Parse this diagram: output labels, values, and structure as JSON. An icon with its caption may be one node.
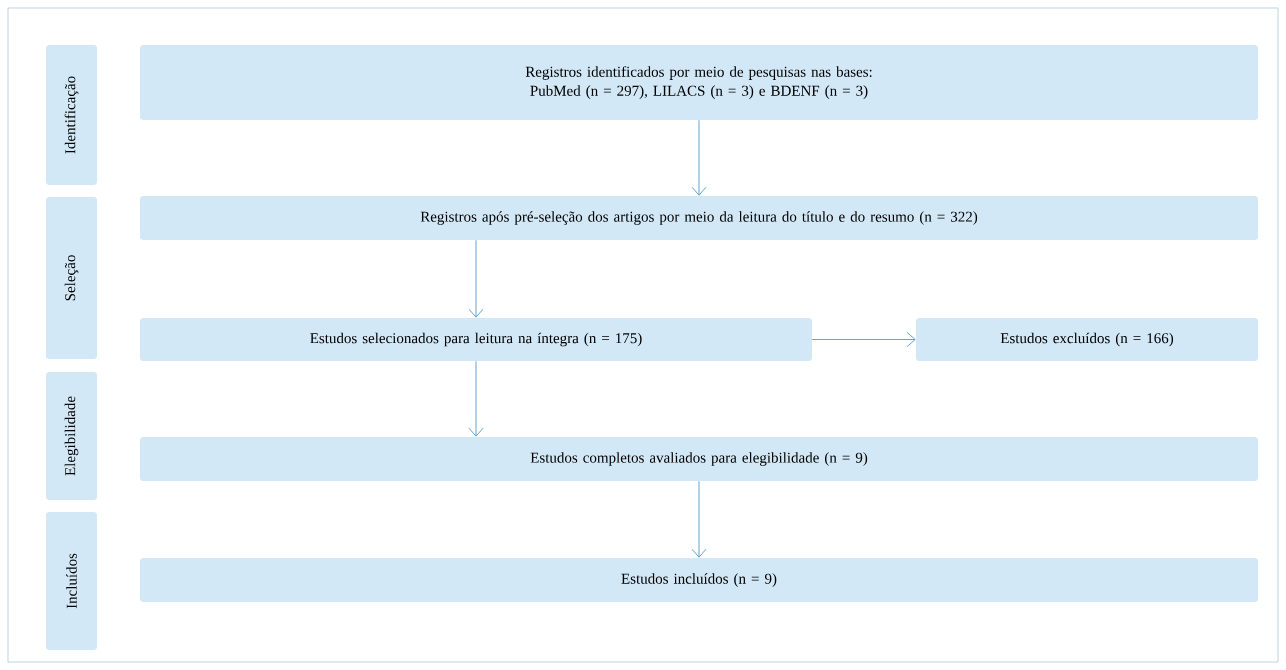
{
  "diagram": {
    "nodes": [
      {
        "text": [
          "Identificação"
        ]
      },
      {
        "text": [
          "Seleção"
        ]
      },
      {
        "text": [
          "Elegibilidade"
        ]
      },
      {
        "text": [
          "Incluídos"
        ]
      },
      {
        "text": [
          "Registros identificados por meio de pesquisas nas bases: PubMed (n = 297), LILACS (n = 3) e BDENF (n = 3)"
        ]
      },
      {
        "text": [
          "Registros após pré-seleção dos artigos por meio da leitura do título e do resumo (n = 322)"
        ]
      },
      {
        "text": [
          "Estudos selecionados para leitura na íntegra (n = 175)"
        ]
      },
      {
        "text": [
          "Estudos excluídos (n = 166)"
        ]
      },
      {
        "text": [
          "Estudos completos avaliados para elegibilidade (n = 9)"
        ]
      },
      {
        "text": [
          "Estudos incluídos (n = 9)"
        ]
      }
    ],
    "edges": [
      {
        "from": 4,
        "to": 5,
        "arrow": "to"
      },
      {
        "from": 5,
        "to": 6,
        "arrow": "to"
      },
      {
        "from": 6,
        "to": 7,
        "arrow": "to"
      },
      {
        "from": 6,
        "to": 8,
        "arrow": "to"
      },
      {
        "from": 8,
        "to": 9,
        "arrow": "to"
      }
    ]
  }
}
